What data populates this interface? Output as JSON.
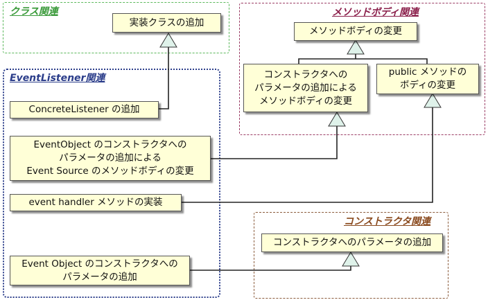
{
  "groups": {
    "class": {
      "title": "クラス関連",
      "color": "#3a9a3a"
    },
    "event_listener": {
      "title": "EventListener関連",
      "color": "#2b3d8a"
    },
    "method_body": {
      "title": "メソッドボディ関連",
      "color": "#8a1e4a"
    },
    "constructor": {
      "title": "コンストラクタ関連",
      "color": "#8a4a1e"
    }
  },
  "boxes": {
    "add_impl_class": "実装クラスの追加",
    "change_method_body": "メソッドボディの変更",
    "ctor_param_method_change": "コンストラクタへの\nパラメータの追加による\nメソッドボディの変更",
    "public_method_body_change": "public メソッドの\nボディの変更",
    "add_concrete_listener": "ConcreteListener の追加",
    "event_object_ctor_source_change": "EventObject のコンストラクタへの\nパラメータの追加による\nEvent Source のメソッドボディの変更",
    "event_handler_impl": "event handler メソッドの実装",
    "add_ctor_param": "コンストラクタへのパラメータの追加",
    "event_object_ctor_param": "Event Object のコンストラクタへの\nパラメータの追加"
  },
  "colors": {
    "box_fill": "#ffffd7",
    "arrow_fill": "#dff2ea"
  }
}
